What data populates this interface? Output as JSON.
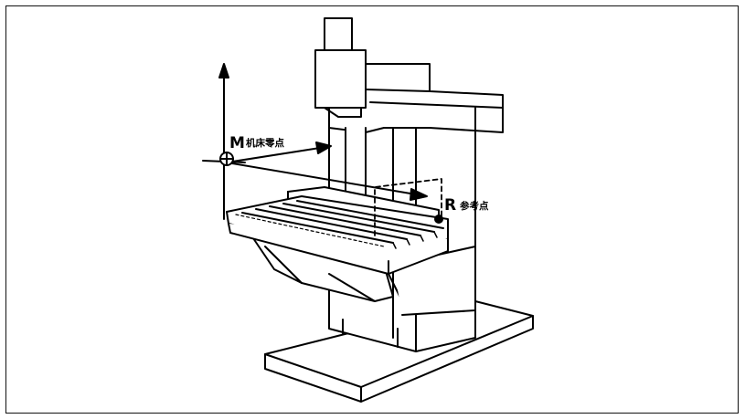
{
  "machine_zero": {
    "letter": "M",
    "label": "机床零点"
  },
  "reference_point": {
    "letter": "R",
    "label": "参考点"
  },
  "colors": {
    "line": "#000000",
    "background": "#ffffff"
  }
}
